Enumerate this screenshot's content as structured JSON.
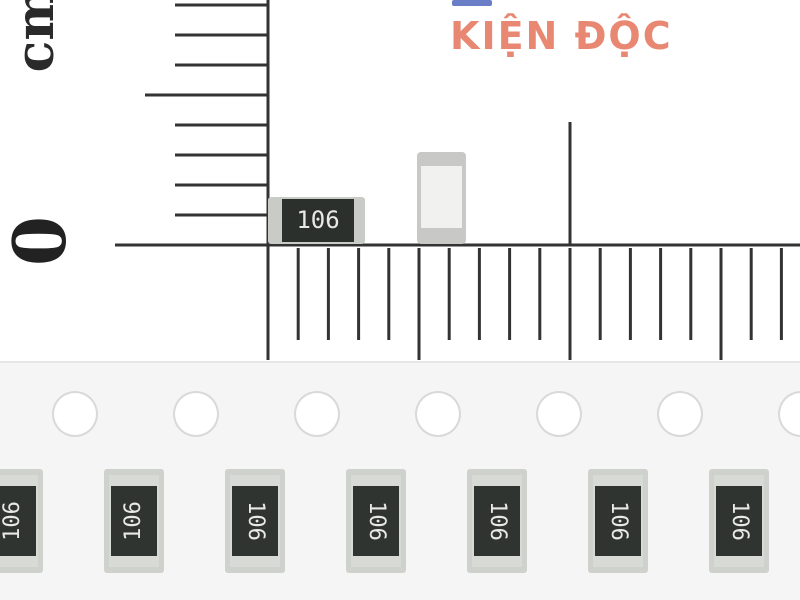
{
  "watermark": {
    "text": "KIỆN ĐỘC"
  },
  "ruler": {
    "unit_label": "cm",
    "zero_label": "0"
  },
  "loose_chip": {
    "marking": "106"
  },
  "tape_chips": {
    "marking": "106",
    "count": 7
  },
  "colors": {
    "ruler_ink": "#333333",
    "chip_body": "#2f3431",
    "chip_terminal": "#bfc1bd",
    "tape": "#f7f7f7",
    "watermark": "#e88873"
  }
}
